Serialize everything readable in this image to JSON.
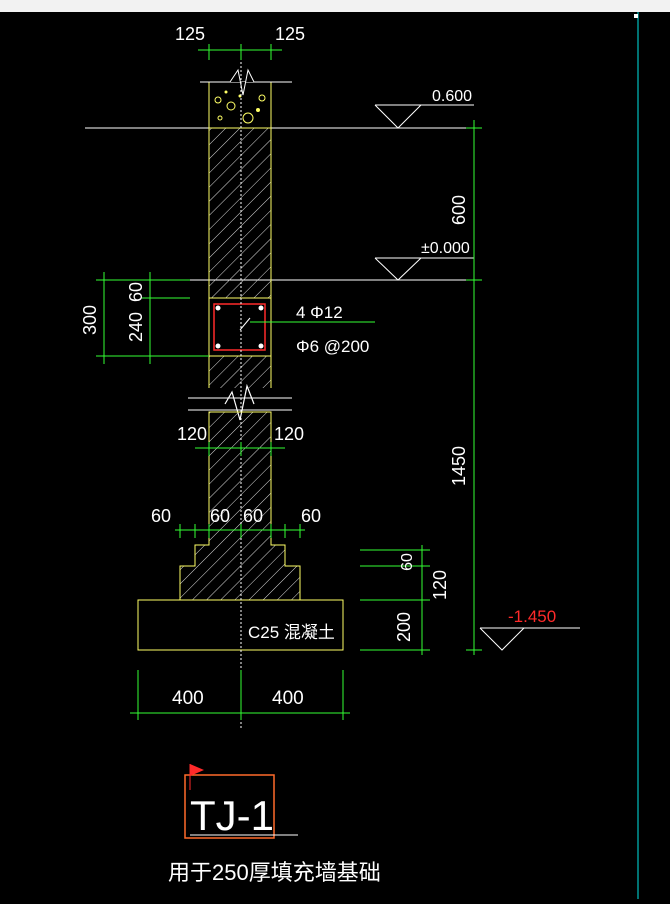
{
  "drawing": {
    "dims_top": [
      "125",
      "125"
    ],
    "elevations": {
      "top": "0.600",
      "ground": "±0.000",
      "bottom": "-1.450"
    },
    "dims_right": {
      "upper": "600",
      "main": "1450"
    },
    "dims_left": {
      "total": "300",
      "lower": "240",
      "upper": "60"
    },
    "rebar": {
      "main": "4 Φ12",
      "stirrup": "Φ6 @200"
    },
    "dims_mid": [
      "120",
      "120"
    ],
    "dims_step": [
      "60",
      "60",
      "60",
      "60"
    ],
    "dims_footing_right": {
      "step": "60",
      "plinth": "120",
      "base": "200"
    },
    "concrete_label": "C25 混凝土",
    "dims_bottom": [
      "400",
      "400"
    ],
    "title": "TJ-1",
    "subtitle": "用于250厚填充墙基础"
  },
  "colors": {
    "background": "#000000",
    "outline": "#ffff66",
    "dimension": "#33ff33",
    "text": "#ffffff",
    "accent": "#ff2a2a",
    "border": "#00e5e5"
  }
}
